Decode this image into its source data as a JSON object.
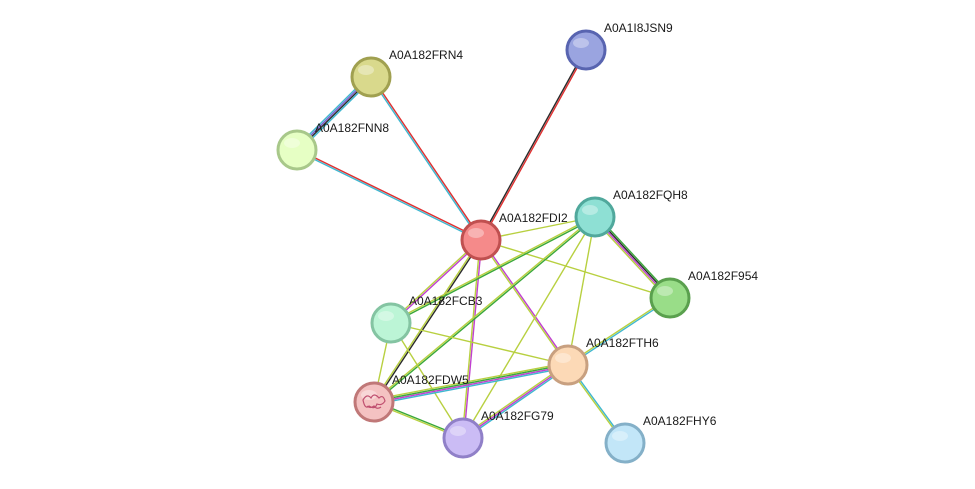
{
  "network": {
    "nodes": [
      {
        "id": "A0A182FDI2",
        "label": "A0A182FDI2",
        "fill": "#f58a8a",
        "stroke": "#c05050"
      },
      {
        "id": "A0A182FRN4",
        "label": "A0A182FRN4",
        "fill": "#d9d98c",
        "stroke": "#a0a050"
      },
      {
        "id": "A0A182FNN8",
        "label": "A0A182FNN8",
        "fill": "#e6ffc4",
        "stroke": "#a8c88a"
      },
      {
        "id": "A0A1I8JSN9",
        "label": "A0A1I8JSN9",
        "fill": "#9aa4e0",
        "stroke": "#5864b0"
      },
      {
        "id": "A0A182FQH8",
        "label": "A0A182FQH8",
        "fill": "#8ee0d4",
        "stroke": "#50a89c"
      },
      {
        "id": "A0A182F954",
        "label": "A0A182F954",
        "fill": "#99dd88",
        "stroke": "#5aa04e"
      },
      {
        "id": "A0A182FCB3",
        "label": "A0A182FCB3",
        "fill": "#bcf5d6",
        "stroke": "#84c4a2"
      },
      {
        "id": "A0A182FTH6",
        "label": "A0A182FTH6",
        "fill": "#fcd9b6",
        "stroke": "#c8a080"
      },
      {
        "id": "A0A182FDW5",
        "label": "A0A182FDW5",
        "fill": "#f4c2c2",
        "stroke": "#c07878",
        "has_structure": true
      },
      {
        "id": "A0A182FG79",
        "label": "A0A182FG79",
        "fill": "#cbbcf5",
        "stroke": "#9080c8"
      },
      {
        "id": "A0A182FHY6",
        "label": "A0A182FHY6",
        "fill": "#c2e6f8",
        "stroke": "#84b0c8"
      }
    ],
    "edges": [
      {
        "source": "A0A182FRN4",
        "target": "A0A182FNN8",
        "colors": [
          "#3fb7d0",
          "#2a2a2a",
          "#7a5fd0",
          "#3fb7d0"
        ]
      },
      {
        "source": "A0A182FRN4",
        "target": "A0A182FDI2",
        "colors": [
          "#e03030",
          "#3fb7d0"
        ]
      },
      {
        "source": "A0A182FNN8",
        "target": "A0A182FDI2",
        "colors": [
          "#e03030",
          "#3fb7d0"
        ]
      },
      {
        "source": "A0A1I8JSN9",
        "target": "A0A182FDI2",
        "colors": [
          "#e03030",
          "#2a2a2a"
        ]
      },
      {
        "source": "A0A182FDI2",
        "target": "A0A182FQH8",
        "colors": [
          "#b8d040"
        ]
      },
      {
        "source": "A0A182FDI2",
        "target": "A0A182F954",
        "colors": [
          "#b8d040"
        ]
      },
      {
        "source": "A0A182FDI2",
        "target": "A0A182FCB3",
        "colors": [
          "#c040d0",
          "#b8d040"
        ]
      },
      {
        "source": "A0A182FDI2",
        "target": "A0A182FTH6",
        "colors": [
          "#c040d0",
          "#b8d040"
        ]
      },
      {
        "source": "A0A182FDI2",
        "target": "A0A182FDW5",
        "colors": [
          "#2a2a2a",
          "#b8d040"
        ]
      },
      {
        "source": "A0A182FDI2",
        "target": "A0A182FG79",
        "colors": [
          "#c040d0",
          "#b8d040"
        ]
      },
      {
        "source": "A0A182FQH8",
        "target": "A0A182F954",
        "colors": [
          "#3aa83a",
          "#2a2a2a",
          "#c040d0",
          "#b8d040"
        ]
      },
      {
        "source": "A0A182FQH8",
        "target": "A0A182FCB3",
        "colors": [
          "#3aa83a",
          "#b8d040"
        ]
      },
      {
        "source": "A0A182FQH8",
        "target": "A0A182FTH6",
        "colors": [
          "#b8d040"
        ]
      },
      {
        "source": "A0A182FQH8",
        "target": "A0A182FDW5",
        "colors": [
          "#3aa83a",
          "#b8d040"
        ]
      },
      {
        "source": "A0A182FQH8",
        "target": "A0A182FG79",
        "colors": [
          "#b8d040"
        ]
      },
      {
        "source": "A0A182F954",
        "target": "A0A182FTH6",
        "colors": [
          "#3fb7d0",
          "#b8d040"
        ]
      },
      {
        "source": "A0A182FCB3",
        "target": "A0A182FTH6",
        "colors": [
          "#b8d040"
        ]
      },
      {
        "source": "A0A182FCB3",
        "target": "A0A182FDW5",
        "colors": [
          "#b8d040"
        ]
      },
      {
        "source": "A0A182FCB3",
        "target": "A0A182FG79",
        "colors": [
          "#b8d040"
        ]
      },
      {
        "source": "A0A182FTH6",
        "target": "A0A182FDW5",
        "colors": [
          "#3fb7d0",
          "#c040d0",
          "#3aa83a",
          "#b8d040"
        ]
      },
      {
        "source": "A0A182FTH6",
        "target": "A0A182FG79",
        "colors": [
          "#3fb7d0",
          "#c040d0",
          "#b8d040"
        ]
      },
      {
        "source": "A0A182FTH6",
        "target": "A0A182FHY6",
        "colors": [
          "#3fb7d0",
          "#b8d040"
        ]
      },
      {
        "source": "A0A182FDW5",
        "target": "A0A182FG79",
        "colors": [
          "#3aa83a",
          "#b8d040"
        ]
      }
    ]
  }
}
